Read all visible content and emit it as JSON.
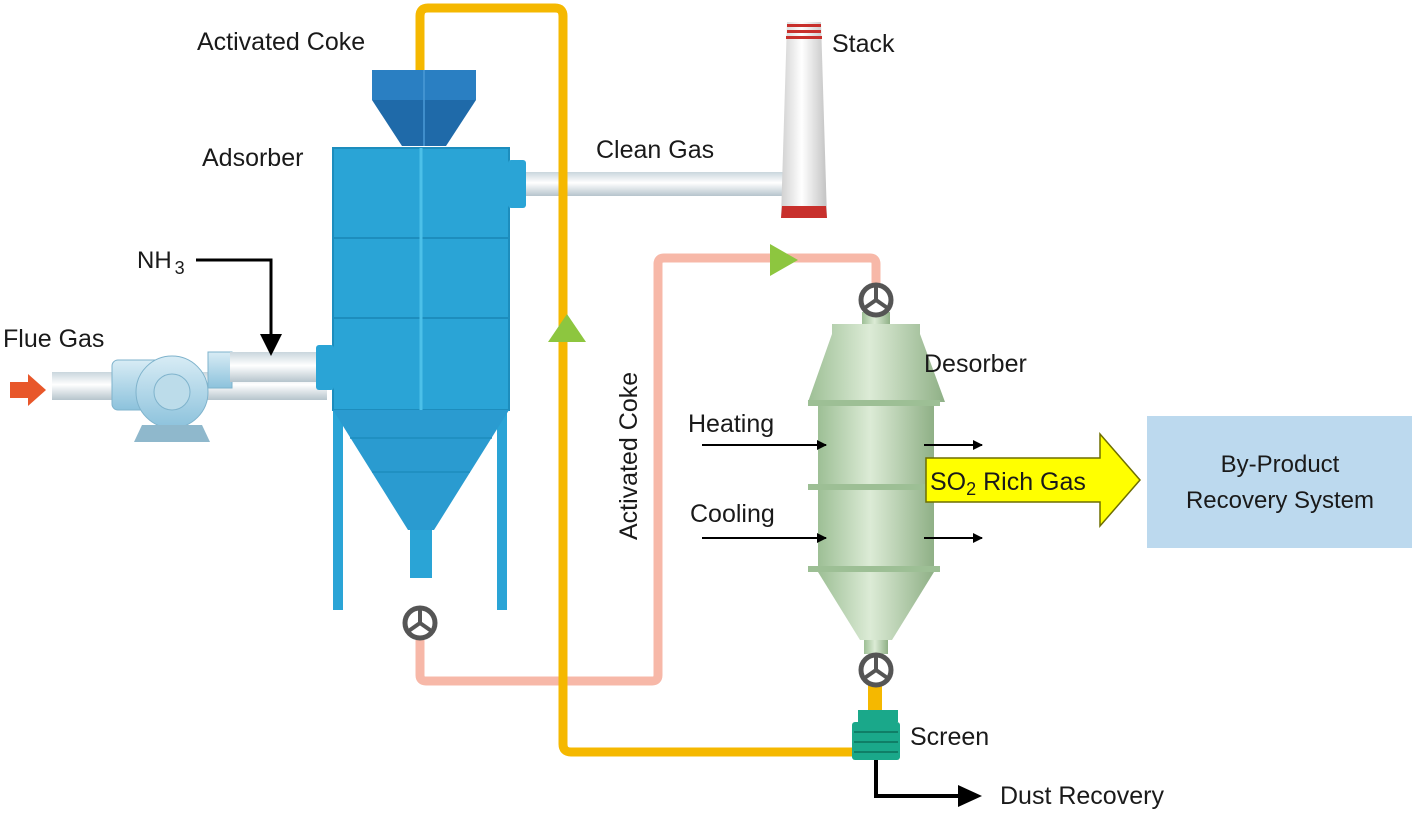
{
  "labels": {
    "activated_coke_top": "Activated Coke",
    "stack": "Stack",
    "adsorber": "Adsorber",
    "clean_gas": "Clean Gas",
    "nh3_main": "NH",
    "nh3_sub": "3",
    "flue_gas": "Flue Gas",
    "activated_coke_vertical": "Activated Coke",
    "desorber": "Desorber",
    "heating": "Heating",
    "cooling": "Cooling",
    "so2_prefix": "SO",
    "so2_sub": "2",
    "so2_suffix": " Rich Gas",
    "byproduct_line1": "By-Product",
    "byproduct_line2": "Recovery System",
    "screen": "Screen",
    "dust_recovery": "Dust Recovery"
  },
  "colors": {
    "coke_line": "#f5b800",
    "return_line": "#f7b8a8",
    "adsorber_body": "#2aa4d6",
    "hopper": "#2673b8",
    "desorber_body": "#b7d3b0",
    "arrow_green": "#8dc63f",
    "flue_arrow": "#e8572a",
    "so2_arrow": "#ffff00",
    "byproduct_box": "#bcd9ee",
    "valve": "#555555",
    "screen": "#1aa88a"
  }
}
